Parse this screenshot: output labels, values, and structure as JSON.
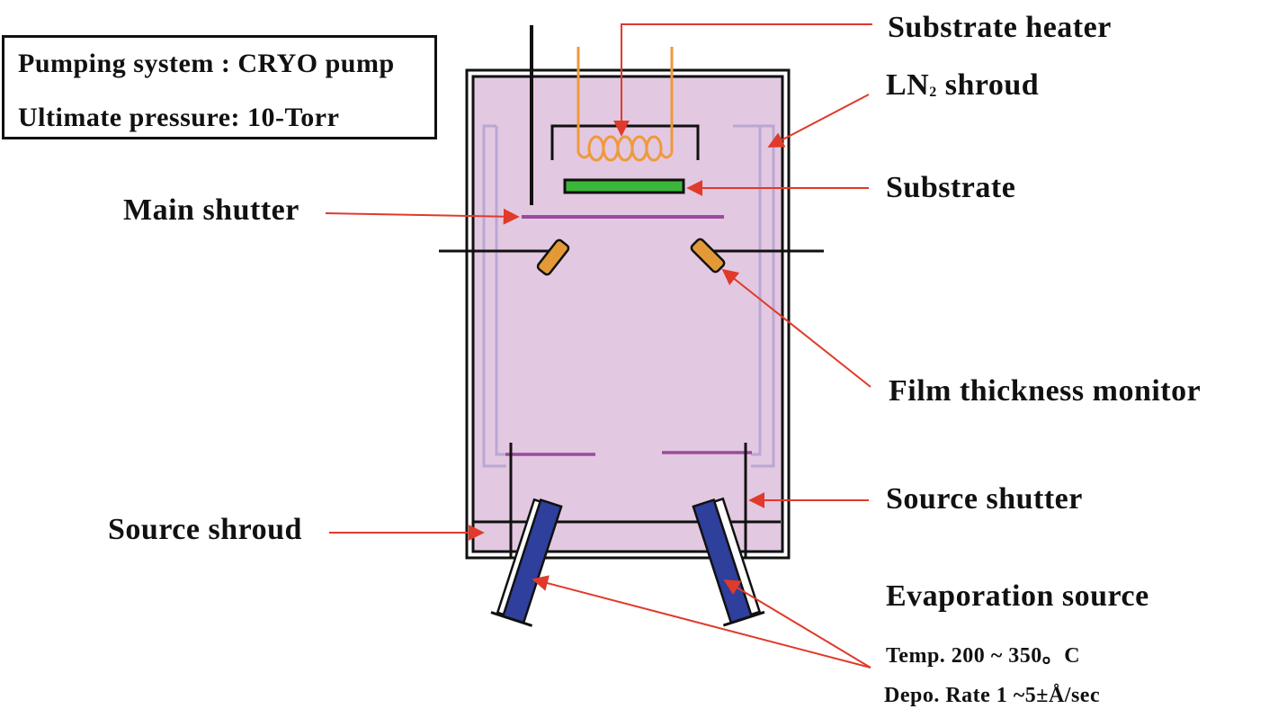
{
  "info": {
    "pumping": "Pumping system : CRYO pump",
    "pressure": "Ultimate pressure: 10-Torr"
  },
  "labels": {
    "substrate_heater": "Substrate heater",
    "ln2_main": "LN",
    "ln2_sub": "2",
    "ln2_rest": " shroud",
    "substrate": "Substrate",
    "main_shutter": "Main shutter",
    "film_thickness_monitor": "Film thickness monitor",
    "source_shutter": "Source shutter",
    "source_shroud": "Source shroud",
    "evaporation_source": "Evaporation source",
    "temp": "Temp.  200 ~ 350。C",
    "depo_rate": "Depo. Rate 1 ~5±Å/sec"
  },
  "colors": {
    "chamber_fill": "#e3c8e1",
    "shroud": "#b9a8d4",
    "heater_coil": "#ee9a3c",
    "substrate": "#3cb63a",
    "shutter": "#9b4b9c",
    "monitor": "#e39a36",
    "evaporation_source": "#2e3f9c",
    "arrow": "#e03a2a",
    "wall": "#111111"
  }
}
